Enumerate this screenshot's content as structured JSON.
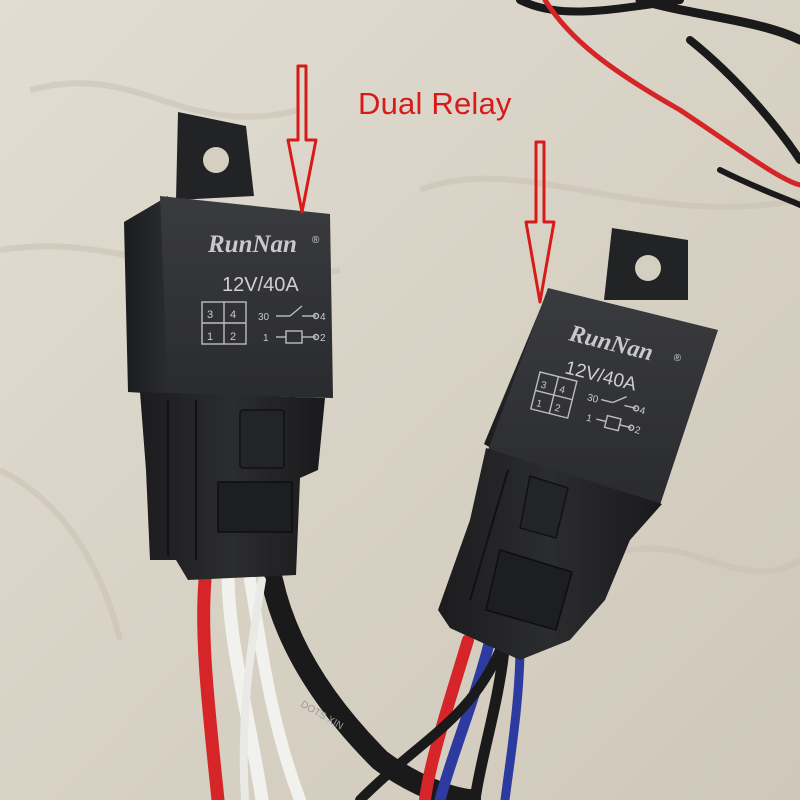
{
  "caption": {
    "text": "Dual Relay",
    "color": "#d81a1a"
  },
  "relays": [
    {
      "brand": "RunNan",
      "trademark": "®",
      "rating": "12V/40A",
      "pins": {
        "p3": "3",
        "p4": "4",
        "p1": "1",
        "p2": "2",
        "n30": "30",
        "n4": "4",
        "n1": "1",
        "n2": "2"
      }
    },
    {
      "brand": "RunNan",
      "trademark": "®",
      "rating": "12V/40A",
      "pins": {
        "p3": "3",
        "p4": "4",
        "p1": "1",
        "p2": "2",
        "n30": "30",
        "n4": "4",
        "n1": "1",
        "n2": "2"
      }
    }
  ],
  "wire_print": "DOTS XIN",
  "colors": {
    "background": "#d9d4c8",
    "relay_body": "#2a2b2d",
    "arrow": "#d81a1a",
    "wire_red": "#d62528",
    "wire_white": "#f1f1ee",
    "wire_blue": "#2d3aa0",
    "wire_black": "#1a1a1a"
  }
}
